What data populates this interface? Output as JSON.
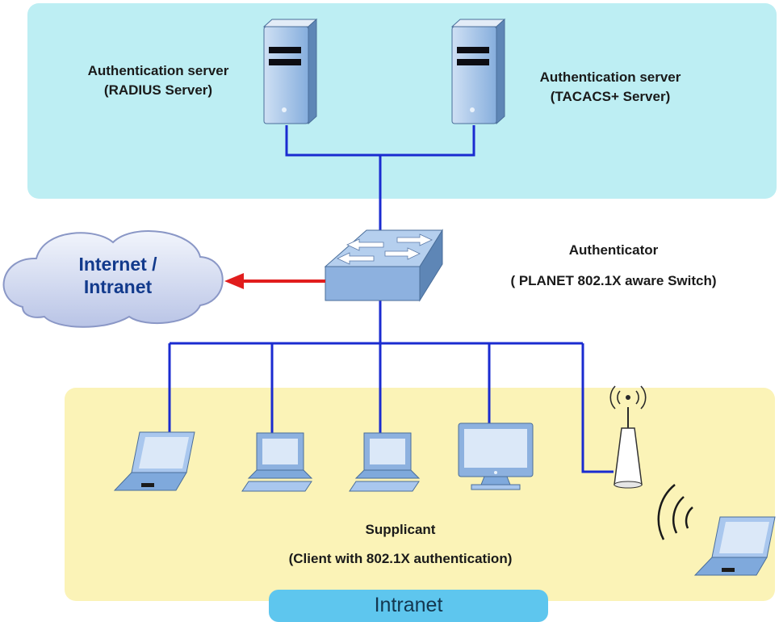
{
  "servers": {
    "radius": {
      "title": "Authentication server",
      "subtitle": "(RADIUS Server)"
    },
    "tacacs": {
      "title": "Authentication server",
      "subtitle": "(TACACS+ Server)"
    }
  },
  "authenticator": {
    "title": "Authenticator",
    "subtitle": "( PLANET 802.1X aware Switch)"
  },
  "cloud": {
    "line1": "Internet /",
    "line2": "Intranet"
  },
  "supplicant": {
    "title": "Supplicant",
    "subtitle": "(Client with 802.1X authentication)"
  },
  "intranet_label": "Intranet",
  "colors": {
    "server_zone": "#bdeef3",
    "client_zone": "#fbf3b7",
    "link": "#1a2bd0",
    "arrow": "#e11d1d",
    "device": "#7fa9dc"
  }
}
